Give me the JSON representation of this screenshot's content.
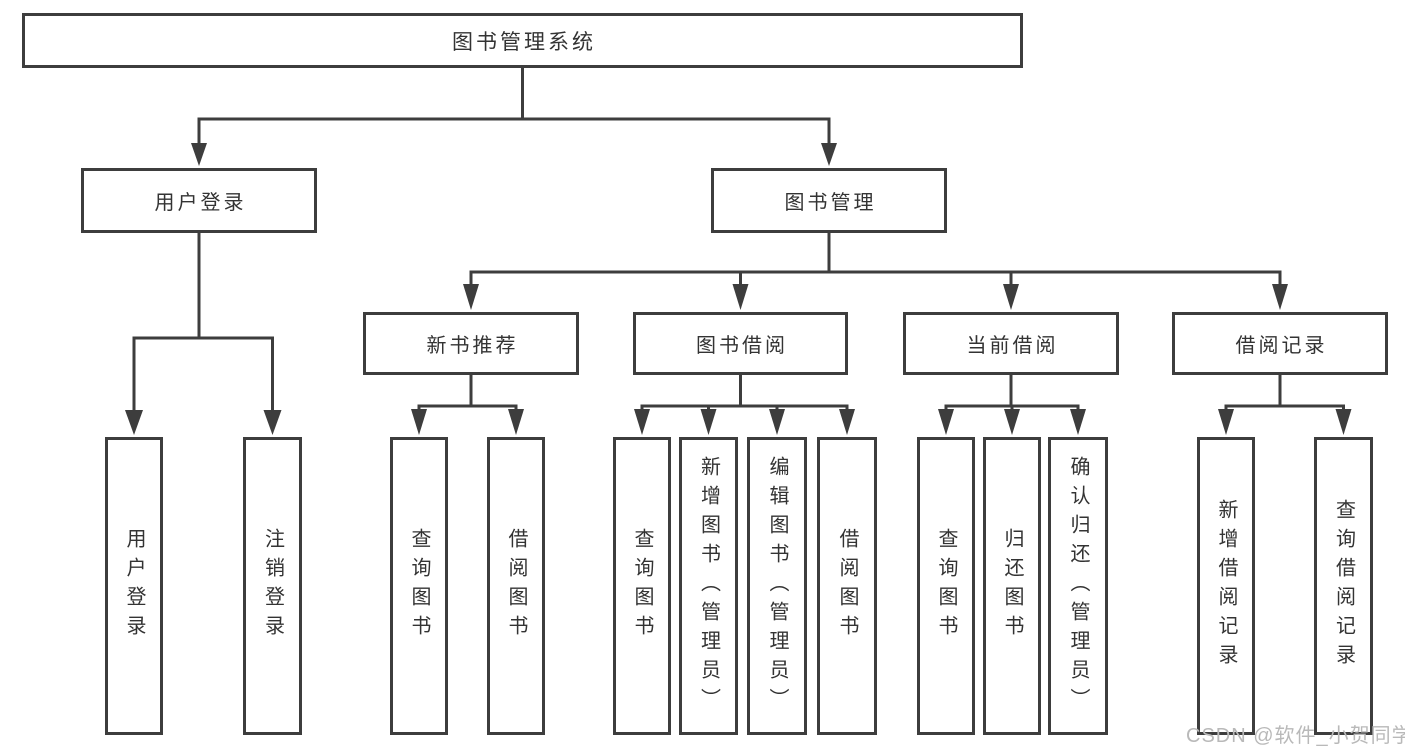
{
  "diagram": {
    "title": "图书管理系统",
    "type": "tree",
    "colors": {
      "line": "#3d3d3d",
      "border": "#3d3d3d",
      "text": "#333333",
      "background": "#ffffff",
      "watermark": "#b9b9b9"
    },
    "nodes": [
      {
        "id": "root",
        "label": "图书管理系统",
        "level": 0,
        "parent": null
      },
      {
        "id": "user-login",
        "label": "用户登录",
        "level": 1,
        "parent": "root"
      },
      {
        "id": "book-mgmt",
        "label": "图书管理",
        "level": 1,
        "parent": "root"
      },
      {
        "id": "new-book-rec",
        "label": "新书推荐",
        "level": 2,
        "parent": "book-mgmt"
      },
      {
        "id": "book-borrow",
        "label": "图书借阅",
        "level": 2,
        "parent": "book-mgmt"
      },
      {
        "id": "current-borrow",
        "label": "当前借阅",
        "level": 2,
        "parent": "book-mgmt"
      },
      {
        "id": "borrow-records",
        "label": "借阅记录",
        "level": 2,
        "parent": "book-mgmt"
      },
      {
        "id": "leaf-user-login",
        "label": "用户登录",
        "level": 3,
        "parent": "user-login"
      },
      {
        "id": "leaf-logout",
        "label": "注销登录",
        "level": 3,
        "parent": "user-login"
      },
      {
        "id": "leaf-query-book-1",
        "label": "查询图书",
        "level": 3,
        "parent": "new-book-rec"
      },
      {
        "id": "leaf-borrow-book-1",
        "label": "借阅图书",
        "level": 3,
        "parent": "new-book-rec"
      },
      {
        "id": "leaf-query-book-2",
        "label": "查询图书",
        "level": 3,
        "parent": "book-borrow"
      },
      {
        "id": "leaf-add-book",
        "label": "新增图书（管理员）",
        "level": 3,
        "parent": "book-borrow"
      },
      {
        "id": "leaf-edit-book",
        "label": "编辑图书（管理员）",
        "level": 3,
        "parent": "book-borrow"
      },
      {
        "id": "leaf-borrow-book-2",
        "label": "借阅图书",
        "level": 3,
        "parent": "book-borrow"
      },
      {
        "id": "leaf-query-book-3",
        "label": "查询图书",
        "level": 3,
        "parent": "current-borrow"
      },
      {
        "id": "leaf-return-book",
        "label": "归还图书",
        "level": 3,
        "parent": "current-borrow"
      },
      {
        "id": "leaf-confirm-return",
        "label": "确认归还（管理员）",
        "level": 3,
        "parent": "current-borrow"
      },
      {
        "id": "leaf-add-record",
        "label": "新增借阅记录",
        "level": 3,
        "parent": "borrow-records"
      },
      {
        "id": "leaf-query-record",
        "label": "查询借阅记录",
        "level": 3,
        "parent": "borrow-records"
      }
    ]
  },
  "watermark": {
    "text": "CSDN @软件_小贺同学"
  }
}
